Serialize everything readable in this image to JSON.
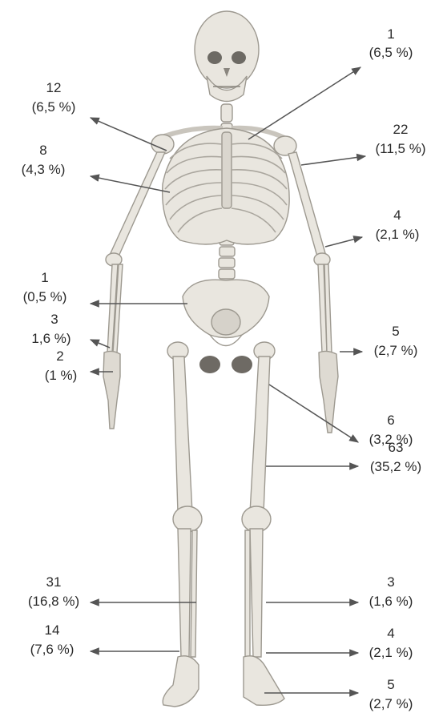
{
  "labels": [
    {
      "count": "1",
      "pct": "(6,5 %)"
    },
    {
      "count": "12",
      "pct": "(6,5 %)"
    },
    {
      "count": "22",
      "pct": "(11,5 %)"
    },
    {
      "count": "8",
      "pct": "(4,3 %)"
    },
    {
      "count": "4",
      "pct": "(2,1 %)"
    },
    {
      "count": "1",
      "pct": "(0,5 %)"
    },
    {
      "count": "3",
      "pct": "1,6 %)"
    },
    {
      "count": "2",
      "pct": "(1 %)"
    },
    {
      "count": "5",
      "pct": "(2,7 %)"
    },
    {
      "count": "6",
      "pct": "(3,2 %)"
    },
    {
      "count": "63",
      "pct": "(35,2 %)"
    },
    {
      "count": "31",
      "pct": "(16,8 %)"
    },
    {
      "count": "3",
      "pct": "(1,6 %)"
    },
    {
      "count": "14",
      "pct": "(7,6 %)"
    },
    {
      "count": "4",
      "pct": "(2,1 %)"
    },
    {
      "count": "5",
      "pct": "(2,7 %)"
    }
  ],
  "colors": {
    "bone": "#e9e6df",
    "bone_shadow": "#b9b5ad",
    "line": "#555555",
    "text": "#2a2a2a"
  }
}
